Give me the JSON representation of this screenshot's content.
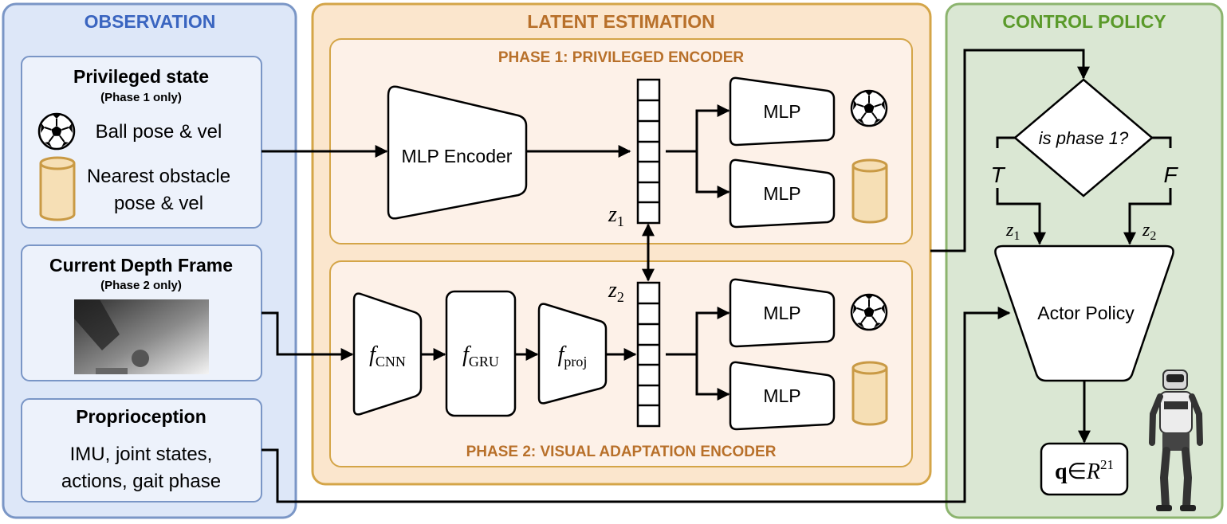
{
  "sections": {
    "observation": {
      "title": "OBSERVATION",
      "color": "#3a65c0"
    },
    "latent": {
      "title": "LATENT ESTIMATION",
      "color": "#b8702a"
    },
    "control": {
      "title": "CONTROL POLICY",
      "color": "#5a9a2a"
    }
  },
  "phase1": {
    "title": "PHASE 1: PRIVILEGED ENCODER"
  },
  "phase2": {
    "title": "PHASE 2: VISUAL ADAPTATION ENCODER"
  },
  "observation": {
    "privileged": {
      "title": "Privileged state",
      "subtitle": "(Phase 1 only)",
      "ball": "Ball pose & vel",
      "obstacle_line1": "Nearest obstacle",
      "obstacle_line2": "pose & vel"
    },
    "depth": {
      "title": "Current Depth Frame",
      "subtitle": "(Phase 2 only)"
    },
    "proprio": {
      "title": "Proprioception",
      "line1": "IMU, joint states,",
      "line2": "actions, gait phase"
    }
  },
  "latent": {
    "mlp_encoder": "MLP Encoder",
    "mlp": "MLP",
    "z1": {
      "base": "z",
      "sub": "1"
    },
    "z2": {
      "base": "z",
      "sub": "2"
    },
    "f_cnn": {
      "base": "f",
      "sub": "CNN"
    },
    "f_gru": {
      "base": "f",
      "sub": "GRU"
    },
    "f_proj": {
      "base": "f",
      "sub": "proj"
    }
  },
  "control": {
    "decision": "is phase 1?",
    "true_label": "T",
    "false_label": "F",
    "actor": "Actor Policy",
    "output": {
      "q": "q",
      "in": "∈",
      "R": "R",
      "exp": "21"
    }
  },
  "icons": [
    "soccer-ball-icon",
    "cylinder-obstacle-icon",
    "depth-image",
    "humanoid-robot-icon"
  ]
}
